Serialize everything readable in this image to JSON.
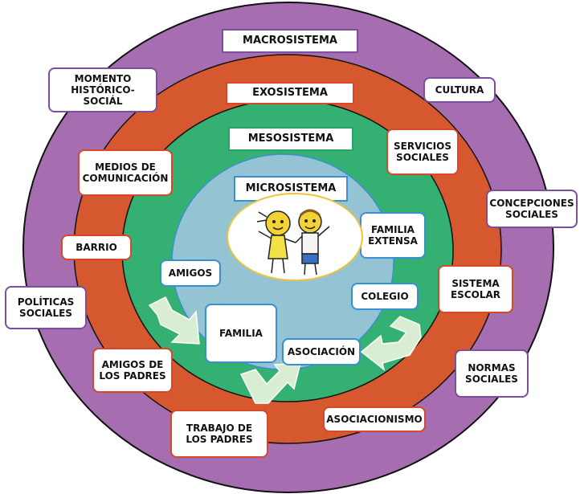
{
  "colors": {
    "macro": "#a66db0",
    "exo": "#d6582f",
    "meso": "#33b072",
    "micro": "#94c4d4",
    "arrows": "#d8edd2"
  },
  "levels": {
    "macro": "MACROSISTEMA",
    "exo": "EXOSISTEMA",
    "meso": "MESOSISTEMA",
    "micro": "MICROSISTEMA"
  },
  "labels": {
    "momento": "MOMENTO\nHISTÓRICO-SOCIÁL",
    "cultura": "CULTURA",
    "concepciones": "CONCEPCIONES\nSOCIALES",
    "politicas": "POLÍTICAS\nSOCIALES",
    "normas": "NORMAS\nSOCIALES",
    "medios": "MEDIOS DE\nCOMUNICACIÓN",
    "servicios": "SERVICIOS\nSOCIALES",
    "barrio": "BARRIO",
    "sistema_escolar": "SISTEMA\nESCOLAR",
    "amigos_padres": "AMIGOS DE\nLOS PADRES",
    "trabajo_padres": "TRABAJO DE\nLOS PADRES",
    "asociacionismo": "ASOCIACIONISMO",
    "amigos": "AMIGOS",
    "familia_extensa": "FAMILIA\nEXTENSA",
    "colegio": "COLEGIO",
    "familia": "FAMILIA",
    "asociacion": "ASOCIACIÓN"
  }
}
